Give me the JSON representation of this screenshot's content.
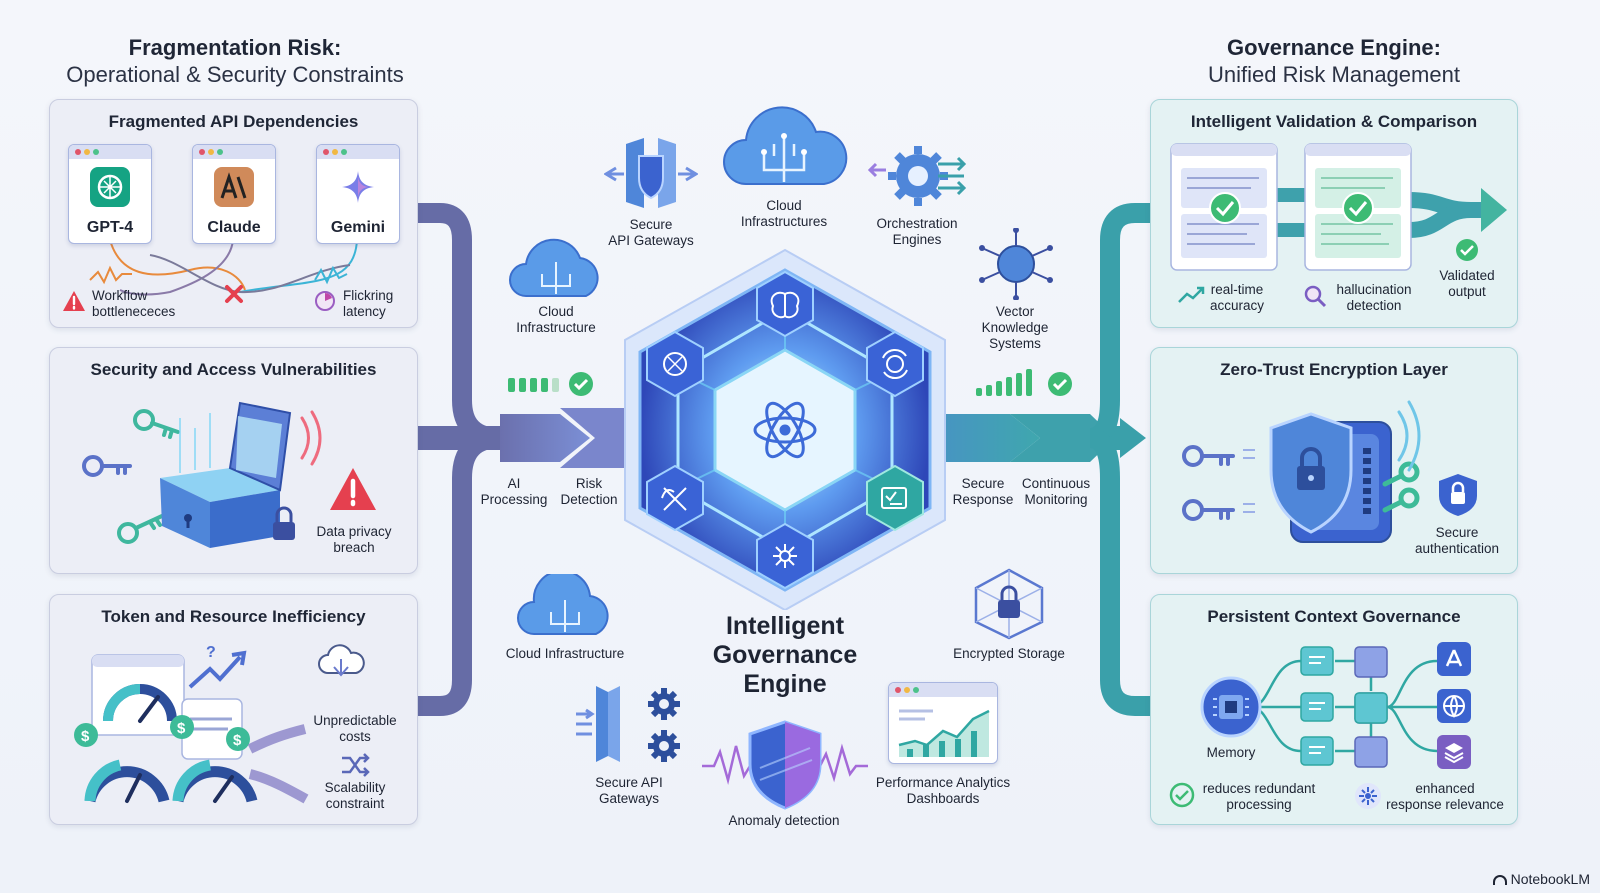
{
  "left_header": {
    "title": "Fragmentation Risk:",
    "subtitle": "Operational & Security Constraints"
  },
  "right_header": {
    "title": "Governance Engine:",
    "subtitle": "Unified Risk Management"
  },
  "left_panels": {
    "api": {
      "title": "Fragmented API Dependencies",
      "models": [
        "GPT-4",
        "Claude",
        "Gemini"
      ],
      "issue1": "Workflow\nbottleneceсes",
      "issue2": "Flickring\nlatency"
    },
    "security": {
      "title": "Security and Access Vulnerabilities",
      "issue": "Data privacy\nbreach"
    },
    "token": {
      "title": "Token and Resource Inefficiency",
      "issue1": "Unpredictable\ncosts",
      "issue2": "Scalability\nconstraint"
    }
  },
  "center": {
    "title": "Intelligent\nGovernance\nEngine",
    "items": {
      "secure_gw_top": "Secure\nAPI Gateways",
      "cloud_top": "Cloud\nInfrastructures",
      "orchestration": "Orchestration\nEngines",
      "cloud_left": "Cloud\nInfrastructure",
      "vector": "Vector\nKnowledge\nSystems",
      "ai_processing": "AI\nProcessing",
      "risk_detection": "Risk\nDetection",
      "secure_response": "Secure\nResponse",
      "continuous_monitoring": "Continuous\nMonitoring",
      "cloud_bottom": "Cloud Infrastructure",
      "encrypted_storage": "Encrypted Storage",
      "secure_gw_bottom": "Secure API\nGateways",
      "analytics": "Performance Analytics\nDashboards",
      "anomaly": "Anomaly detection"
    }
  },
  "right_panels": {
    "validation": {
      "title": "Intelligent Validation & Comparison",
      "item1": "real-time\naccuracy",
      "item2": "hallucination\ndetection",
      "item3": "Validated\noutput"
    },
    "zero_trust": {
      "title": "Zero-Trust Encryption Layer",
      "item": "Secure\nauthentication"
    },
    "context": {
      "title": "Persistent Context Governance",
      "memory": "Memory",
      "item1": "reduces redundant\nprocessing",
      "item2": "enhanced\nresponse relevance"
    }
  },
  "watermark": "NotebookLM",
  "colors": {
    "left_flow": "#6f76b0",
    "right_flow": "#3e9fae",
    "core": "#3f6ee0",
    "accent_green": "#3dbb74",
    "alert_red": "#e5404f"
  }
}
